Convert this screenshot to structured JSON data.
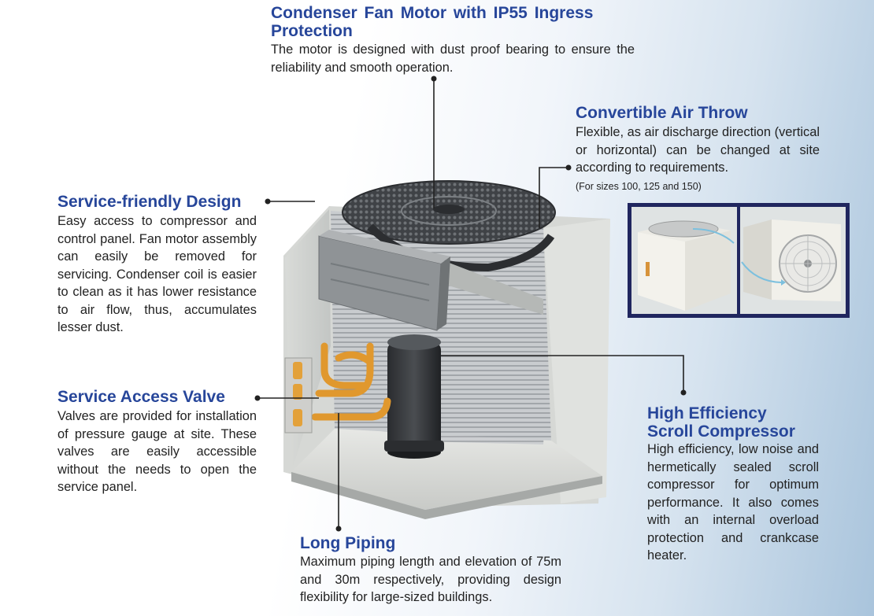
{
  "callouts": {
    "fan_motor": {
      "title_line1": "Condenser Fan Motor with IP55 Ingress",
      "title_line2": "Protection",
      "body": "The motor is designed with dust proof bearing to ensure the reliability and smooth operation."
    },
    "air_throw": {
      "title": "Convertible Air Throw",
      "body": "Flexible, as air discharge direction (vertical or horizontal) can be changed at site according to requirements.",
      "note": "(For sizes 100, 125 and 150)"
    },
    "service_design": {
      "title": "Service-friendly Design",
      "body": "Easy access to compressor and control panel. Fan motor assembly can easily be removed for servicing. Condenser coil is easier to clean as it has lower resistance to air flow, thus, accumulates lesser dust."
    },
    "access_valve": {
      "title": "Service Access Valve",
      "body": "Valves are provided for installation of pressure gauge at site. These valves are easily accessible without the needs to open the service panel."
    },
    "compressor": {
      "title_line1": "High Efficiency",
      "title_line2": "Scroll Compressor",
      "body": "High efficiency, low noise and hermetically sealed scroll compressor for optimum performance. It also comes with an internal overload protection and crankcase heater."
    },
    "piping": {
      "title": "Long Piping",
      "body": "Maximum piping length and elevation of 75m and 30m respectively, providing design flexibility for large-sized buildings."
    }
  },
  "colors": {
    "heading": "#27469a",
    "inset_frame": "#20265f",
    "leader_line": "#222222",
    "pipe": "#e0982e"
  }
}
